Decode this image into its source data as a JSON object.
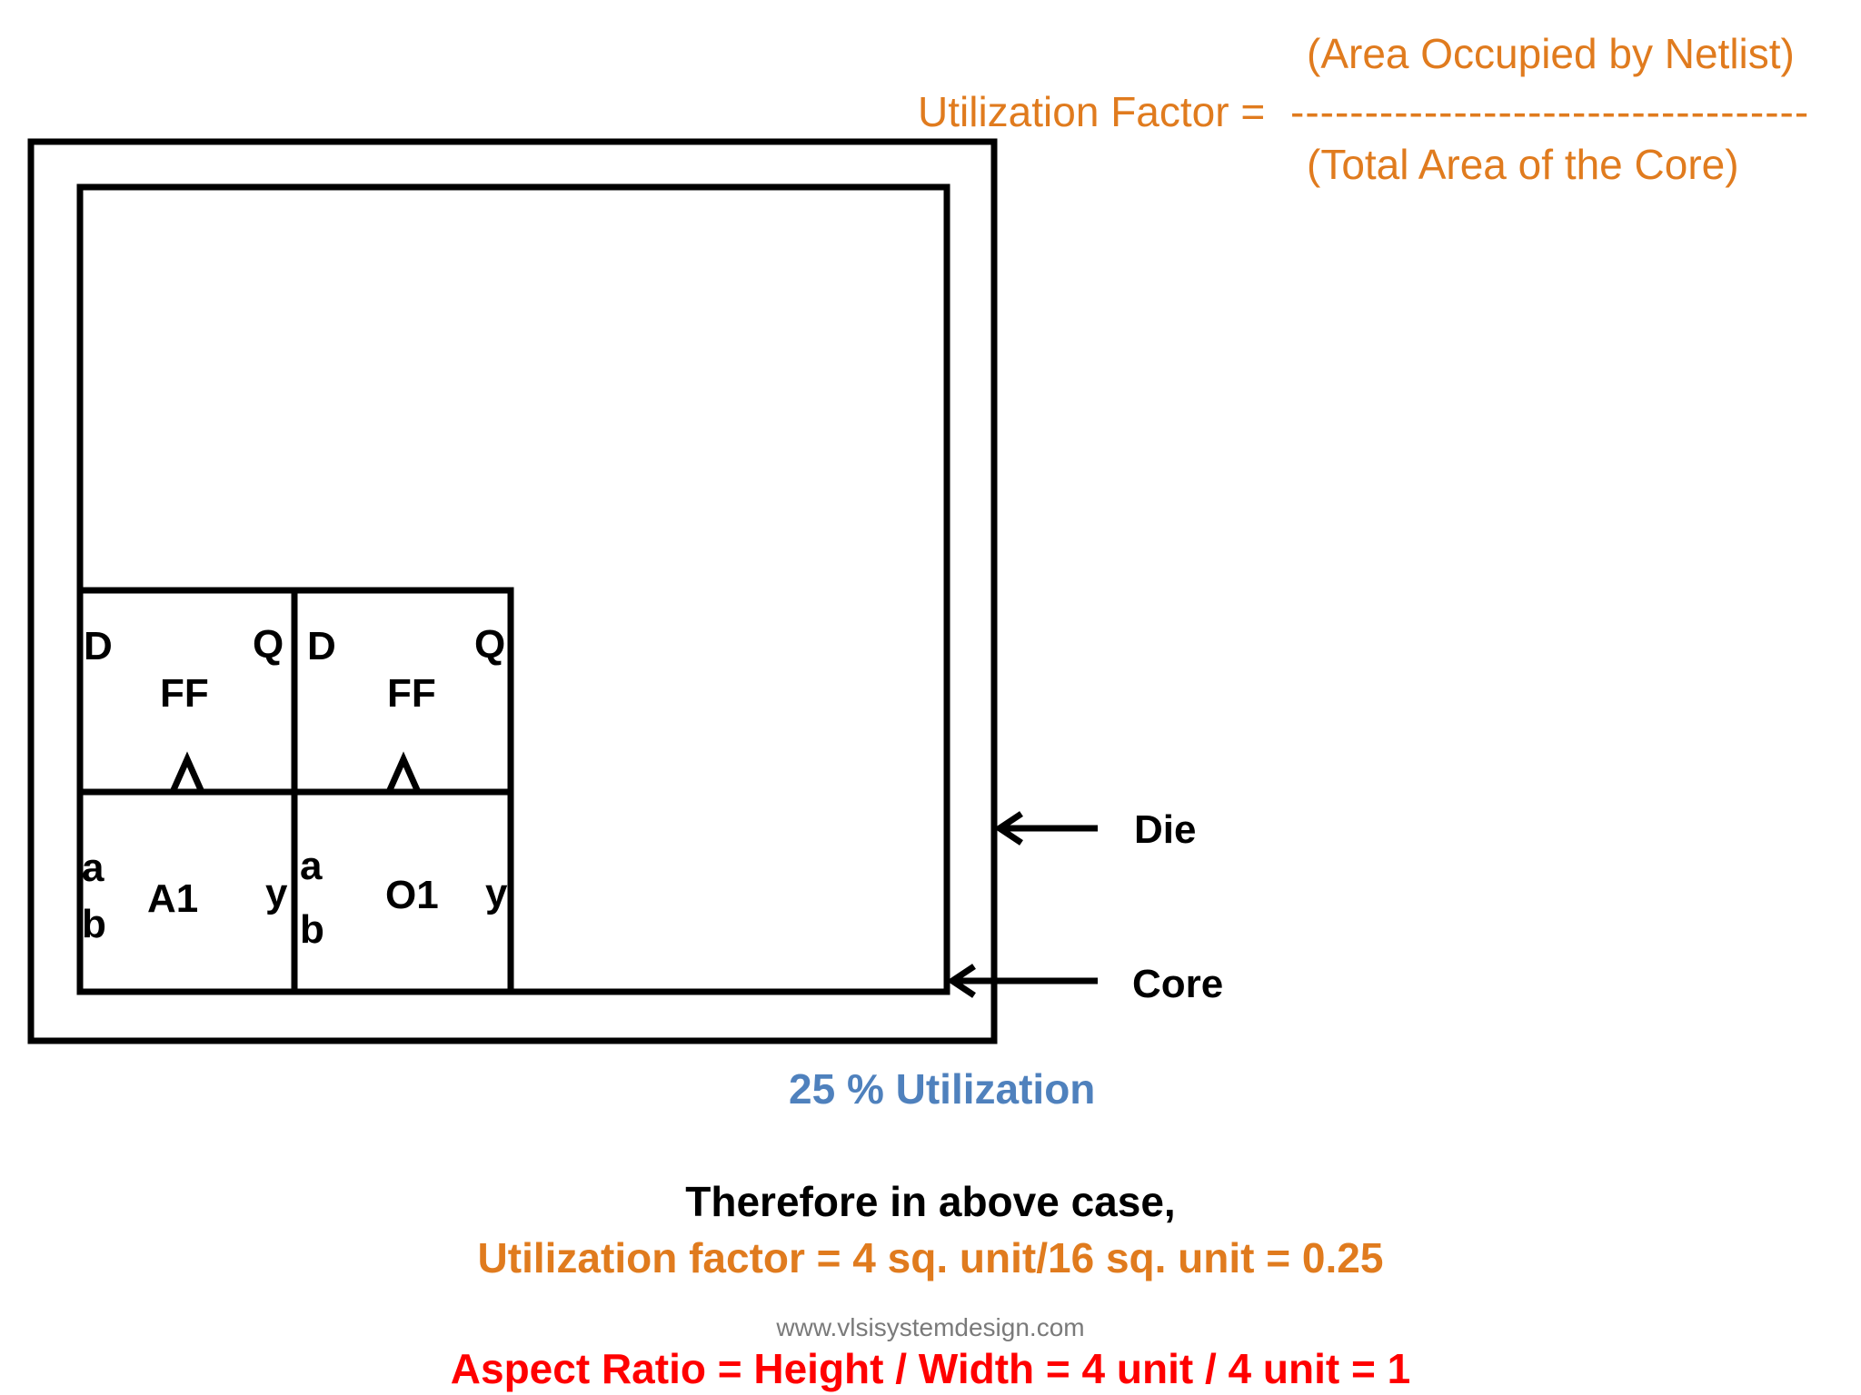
{
  "formula": {
    "label": "Utilization Factor =",
    "numerator": "(Area Occupied by Netlist)",
    "divider": "-----------------------------------",
    "denominator": "(Total Area of the Core)"
  },
  "cells": {
    "ff1": {
      "name": "FF",
      "input": "D",
      "output": "Q"
    },
    "ff2": {
      "name": "FF",
      "input": "D",
      "output": "Q"
    },
    "and_gate": {
      "name": "A1",
      "input_a": "a",
      "input_b": "b",
      "output": "y"
    },
    "or_gate": {
      "name": "O1",
      "input_a": "a",
      "input_b": "b",
      "output": "y"
    }
  },
  "pointers": {
    "die": "Die",
    "core": "Core"
  },
  "utilization_caption": "25 % Utilization",
  "explanation": {
    "intro": "Therefore in above case,",
    "utilization_calc": "Utilization factor = 4 sq. unit/16 sq. unit = 0.25",
    "aspect_ratio_calc": "Aspect Ratio = Height / Width = 4 unit / 4 unit = 1"
  },
  "watermark": "www.vlsisystemdesign.com",
  "colors": {
    "formula_orange": "#E07B1E",
    "caption_blue": "#4F81BD",
    "aspect_red": "#FF0000",
    "line_black": "#000000"
  }
}
